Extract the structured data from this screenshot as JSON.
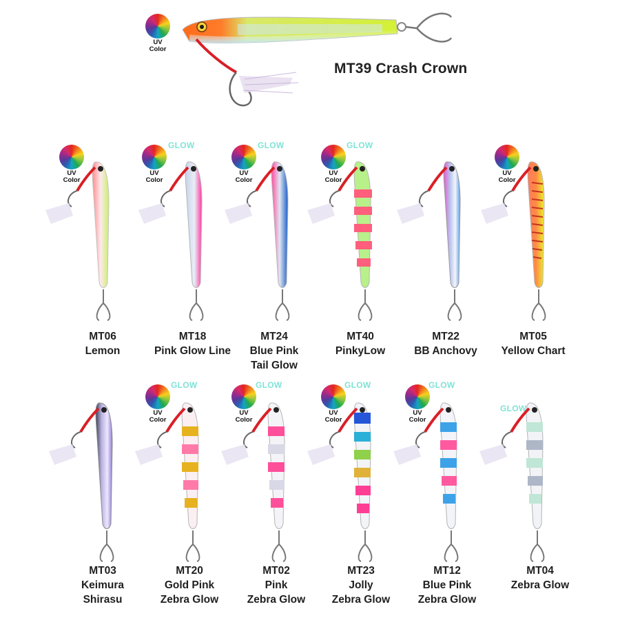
{
  "hero": {
    "title": "MT39 Crash Crown",
    "uv_text": "UV\nColor",
    "uv_text_line1": "UV",
    "uv_text_line2": "Color"
  },
  "glow_tag": "GLOW",
  "colors": {
    "uv_wheel": "conic rainbow",
    "glow_text": "#7fe3d6",
    "hook_line": "#d91f26"
  },
  "lures": [
    {
      "code": "MT06",
      "name_lines": [
        "Lemon"
      ],
      "uv": true,
      "glow": false
    },
    {
      "code": "MT18",
      "name_lines": [
        "Pink Glow Line"
      ],
      "uv": true,
      "glow": true
    },
    {
      "code": "MT24",
      "name_lines": [
        "Blue Pink",
        "Tail Glow"
      ],
      "uv": true,
      "glow": true
    },
    {
      "code": "MT40",
      "name_lines": [
        "PinkyLow"
      ],
      "uv": true,
      "glow": true
    },
    {
      "code": "MT22",
      "name_lines": [
        "BB Anchovy"
      ],
      "uv": false,
      "glow": false
    },
    {
      "code": "MT05",
      "name_lines": [
        "Yellow Chart"
      ],
      "uv": true,
      "glow": false
    },
    {
      "code": "MT03",
      "name_lines": [
        "Keimura",
        "Shirasu"
      ],
      "uv": false,
      "glow": false
    },
    {
      "code": "MT20",
      "name_lines": [
        "Gold Pink",
        "Zebra Glow"
      ],
      "uv": true,
      "glow": true
    },
    {
      "code": "MT02",
      "name_lines": [
        "Pink",
        "Zebra Glow"
      ],
      "uv": true,
      "glow": true
    },
    {
      "code": "MT23",
      "name_lines": [
        "Jolly",
        "Zebra Glow"
      ],
      "uv": true,
      "glow": true
    },
    {
      "code": "MT12",
      "name_lines": [
        "Blue Pink",
        "Zebra Glow"
      ],
      "uv": true,
      "glow": true
    },
    {
      "code": "MT04",
      "name_lines": [
        "Zebra Glow"
      ],
      "uv": false,
      "glow": true
    }
  ]
}
